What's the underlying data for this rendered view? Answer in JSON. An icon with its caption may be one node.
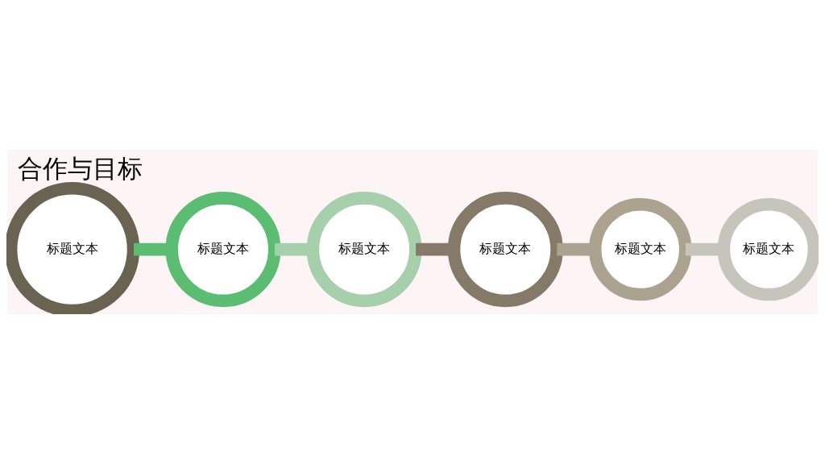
{
  "diagram": {
    "title": "合作与目标",
    "nodes": [
      {
        "text": [
          "标题文本"
        ]
      },
      {
        "text": [
          "标题文本"
        ]
      },
      {
        "text": [
          "标题文本"
        ]
      },
      {
        "text": [
          "标题文本"
        ]
      },
      {
        "text": [
          "标题文本"
        ]
      },
      {
        "text": [
          "标题文本"
        ]
      }
    ],
    "edges": [
      {
        "from": 0,
        "to": 1,
        "arrow": "none",
        "color": "#5bbd72"
      },
      {
        "from": 1,
        "to": 2,
        "arrow": "none",
        "color": "#a6cfac"
      },
      {
        "from": 2,
        "to": 3,
        "arrow": "none",
        "color": "#857a68"
      },
      {
        "from": 3,
        "to": 4,
        "arrow": "none",
        "color": "#aba38f"
      },
      {
        "from": 4,
        "to": 5,
        "arrow": "none",
        "color": "#c6c5bb"
      }
    ]
  }
}
